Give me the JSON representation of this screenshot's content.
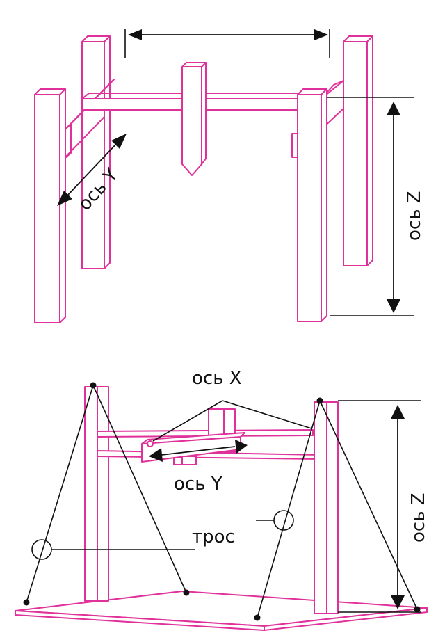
{
  "diagram_top": {
    "label_axis_y": "ось Y",
    "label_axis_z": "ось Z"
  },
  "diagram_bottom": {
    "label_axis_x": "ось X",
    "label_axis_y": "ось Y",
    "label_axis_z": "ось Z",
    "label_cable": "трос"
  },
  "colors": {
    "frame": "#e0309a",
    "lines": "#111111"
  }
}
